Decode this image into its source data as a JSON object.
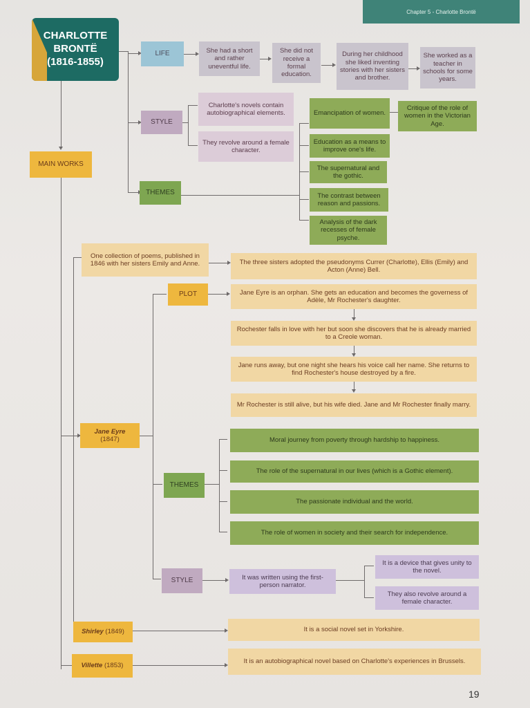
{
  "header": {
    "chapter": "Chapter 5 - Charlotte Brontë"
  },
  "title": {
    "line1": "CHARLOTTE",
    "line2": "BRONTË",
    "line3": "(1816-1855)"
  },
  "life": {
    "label": "LIFE",
    "items": [
      "She had a short and rather uneventful life.",
      "She did not receive a formal education.",
      "During her childhood she liked inventing stories with her sisters and brother.",
      "She worked as a teacher in schools for some years."
    ]
  },
  "style": {
    "label": "STYLE",
    "items": [
      "Charlotte's novels contain autobiographical elements.",
      "They revolve around a female character."
    ]
  },
  "themes": {
    "label": "THEMES",
    "items": [
      "Emancipation of women.",
      "Education as a means to improve one's life.",
      "The supernatural and the gothic.",
      "The contrast between reason and passions.",
      "Analysis of the dark recesses of female psyche."
    ],
    "emancipation_detail": "Critique of the role of women in the Victorian Age."
  },
  "main_works": {
    "label": "MAIN WORKS"
  },
  "poems": {
    "text": "One collection of poems, published in 1846 with her sisters Emily and Anne.",
    "detail": "The three sisters adopted the pseudonyms Currer (Charlotte), Ellis (Emily) and Acton (Anne) Bell."
  },
  "jane_eyre": {
    "title": "Jane Eyre",
    "year": "(1847)",
    "plot": {
      "label": "PLOT",
      "steps": [
        "Jane Eyre is an orphan. She gets an education and becomes the governess of Adèle, Mr Rochester's daughter.",
        "Rochester falls in love with her but soon she discovers that he is already married to a Creole woman.",
        "Jane runs away, but one night she hears his voice call her name. She returns to find Rochester's house destroyed by a fire.",
        "Mr Rochester is still alive, but his wife died. Jane and Mr Rochester finally marry."
      ]
    },
    "themes": {
      "label": "THEMES",
      "items": [
        "Moral journey from poverty through hardship to happiness.",
        "The role of the supernatural in our lives (which is a Gothic element).",
        "The passionate individual and the world.",
        "The role of women in society and their search for independence."
      ]
    },
    "style": {
      "label": "STYLE",
      "main": "It was written using the first-person narrator.",
      "details": [
        "It is a device that gives unity to the novel.",
        "They also revolve around a female character."
      ]
    }
  },
  "shirley": {
    "title": "Shirley",
    "year": "(1849)",
    "text": "It is a social novel set in Yorkshire."
  },
  "villette": {
    "title": "Villette",
    "year": "(1853)",
    "text": "It is an autobiographical novel based on Charlotte's experiences in Brussels."
  },
  "page_number": "19"
}
